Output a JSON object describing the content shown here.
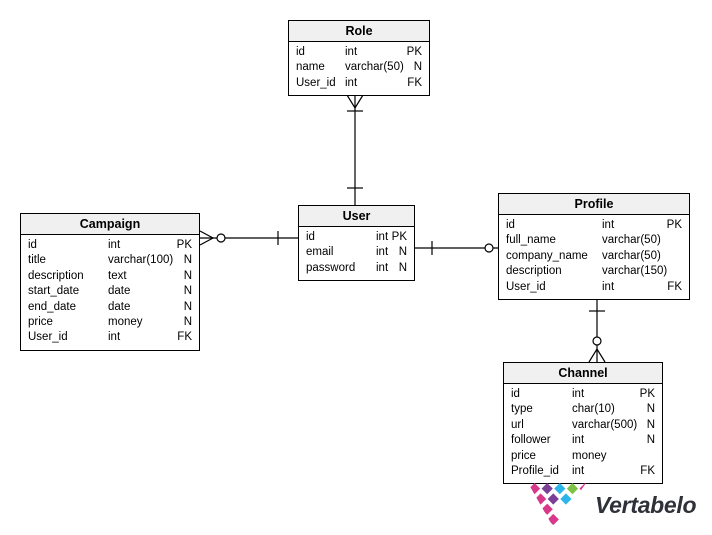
{
  "entities": {
    "role": {
      "title": "Role",
      "columns": [
        {
          "name": "id",
          "type": "int",
          "flag": "PK"
        },
        {
          "name": "name",
          "type": "varchar(50)",
          "flag": "N"
        },
        {
          "name": "User_id",
          "type": "int",
          "flag": "FK"
        }
      ]
    },
    "user": {
      "title": "User",
      "columns": [
        {
          "name": "id",
          "type": "int",
          "flag": "PK"
        },
        {
          "name": "email",
          "type": "int",
          "flag": "N"
        },
        {
          "name": "password",
          "type": "int",
          "flag": "N"
        }
      ]
    },
    "campaign": {
      "title": "Campaign",
      "columns": [
        {
          "name": "id",
          "type": "int",
          "flag": "PK"
        },
        {
          "name": "title",
          "type": "varchar(100)",
          "flag": "N"
        },
        {
          "name": "description",
          "type": "text",
          "flag": "N"
        },
        {
          "name": "start_date",
          "type": "date",
          "flag": "N"
        },
        {
          "name": "end_date",
          "type": "date",
          "flag": "N"
        },
        {
          "name": "price",
          "type": "money",
          "flag": "N"
        },
        {
          "name": "User_id",
          "type": "int",
          "flag": "FK"
        }
      ]
    },
    "profile": {
      "title": "Profile",
      "columns": [
        {
          "name": "id",
          "type": "int",
          "flag": "PK"
        },
        {
          "name": "full_name",
          "type": "varchar(50)",
          "flag": ""
        },
        {
          "name": "company_name",
          "type": "varchar(50)",
          "flag": ""
        },
        {
          "name": "description",
          "type": "varchar(150)",
          "flag": ""
        },
        {
          "name": "User_id",
          "type": "int",
          "flag": "FK"
        }
      ]
    },
    "channel": {
      "title": "Channel",
      "columns": [
        {
          "name": "id",
          "type": "int",
          "flag": "PK"
        },
        {
          "name": "type",
          "type": "char(10)",
          "flag": "N"
        },
        {
          "name": "url",
          "type": "varchar(500)",
          "flag": "N"
        },
        {
          "name": "follower",
          "type": "int",
          "flag": "N"
        },
        {
          "name": "price",
          "type": "money",
          "flag": ""
        },
        {
          "name": "Profile_id",
          "type": "int",
          "flag": "FK"
        }
      ]
    }
  },
  "relationships": [
    {
      "from": "Role",
      "to": "User",
      "cardinality_at_from": "one-or-many (crow-foot + tick)",
      "cardinality_at_to": "one (tick)"
    },
    {
      "from": "Campaign",
      "to": "User",
      "cardinality_at_from": "zero-or-many (circle + crow-foot)",
      "cardinality_at_to": "one (tick)"
    },
    {
      "from": "User",
      "to": "Profile",
      "cardinality_at_from": "one (tick)",
      "cardinality_at_to": "zero-or-one (circle)"
    },
    {
      "from": "Profile",
      "to": "Channel",
      "cardinality_at_from": "one (tick)",
      "cardinality_at_to": "zero-or-many (circle + crow-foot)"
    }
  ],
  "watermark": {
    "brand": "Vertabelo",
    "colors": {
      "pink": "#D8388A",
      "purple": "#7B3F98",
      "cyan": "#2BB5E8",
      "green": "#7DC242",
      "text": "#2E3138"
    }
  },
  "style": {
    "entity_header_bg": "#f0f0f0",
    "entity_border": "#000000",
    "line_color": "#000000"
  }
}
